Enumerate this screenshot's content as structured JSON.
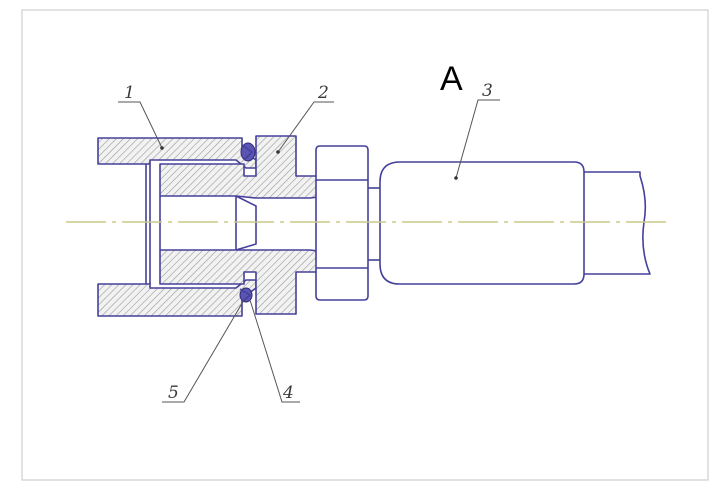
{
  "drawing": {
    "view_label": "A",
    "callouts": [
      "1",
      "2",
      "3",
      "4",
      "5"
    ]
  },
  "colors": {
    "outline": "#45409a",
    "hatch": "#9a9a9a",
    "centerline": "#c9c98a",
    "ring": "#5b56b4"
  }
}
